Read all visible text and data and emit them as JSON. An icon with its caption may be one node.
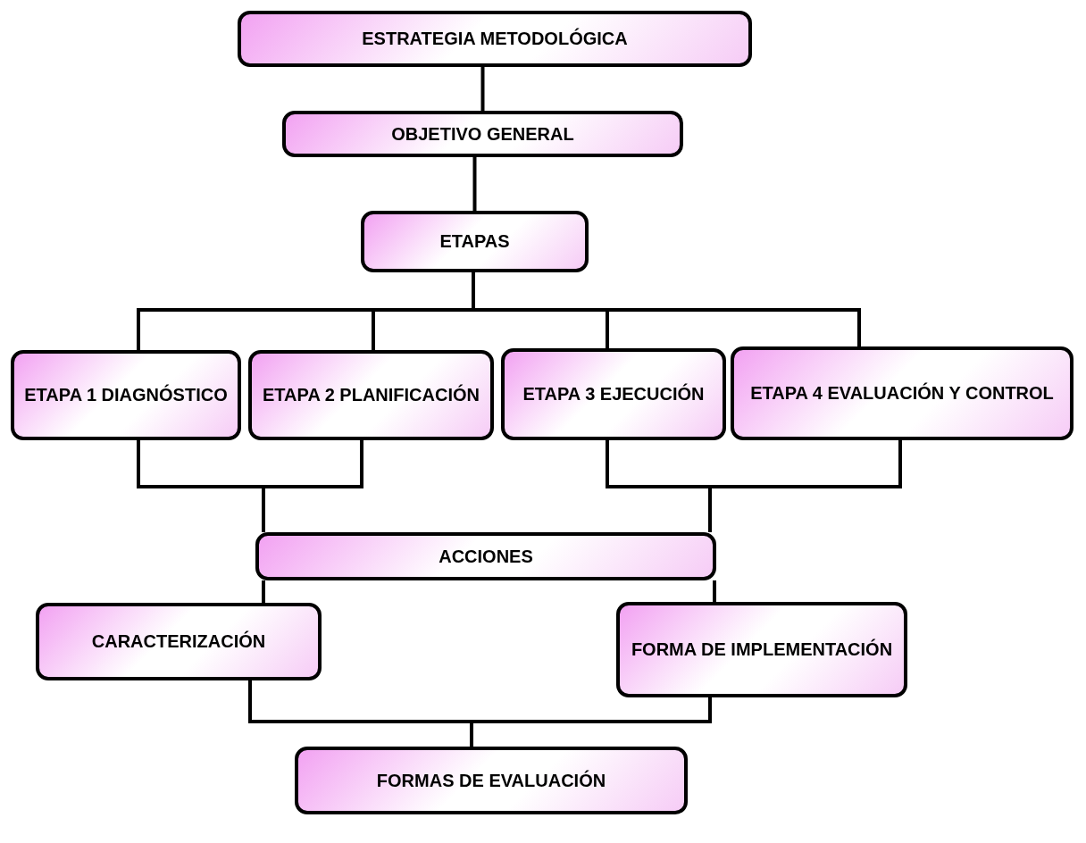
{
  "diagram": {
    "nodes": [
      {
        "text": [
          "ESTRATEGIA  METODOLÓGICA"
        ]
      },
      {
        "text": [
          "OBJETIVO GENERAL"
        ]
      },
      {
        "text": [
          "ETAPAS"
        ]
      },
      {
        "text": [
          "ETAPA 1 DIAGNÓSTICO"
        ]
      },
      {
        "text": [
          "ETAPA 2 PLANIFICACIÓN"
        ]
      },
      {
        "text": [
          "ETAPA 3 EJECUCIÓN"
        ]
      },
      {
        "text": [
          "ETAPA 4 EVALUACIÓN Y CONTROL"
        ]
      },
      {
        "text": [
          "ACCIONES"
        ]
      },
      {
        "text": [
          "CARACTERIZACIÓN"
        ]
      },
      {
        "text": [
          "FORMA DE IMPLEMENTACIÓN"
        ]
      },
      {
        "text": [
          "FORMAS DE EVALUACIÓN"
        ]
      }
    ],
    "edges": [
      {
        "from": 0,
        "to": 1,
        "arrow": "none"
      },
      {
        "from": 1,
        "to": 2,
        "arrow": "none"
      },
      {
        "from": 2,
        "to": 3,
        "arrow": "none"
      },
      {
        "from": 2,
        "to": 4,
        "arrow": "none"
      },
      {
        "from": 2,
        "to": 5,
        "arrow": "none"
      },
      {
        "from": 2,
        "to": 6,
        "arrow": "none"
      },
      {
        "from": 3,
        "to": 7,
        "arrow": "none"
      },
      {
        "from": 4,
        "to": 7,
        "arrow": "none"
      },
      {
        "from": 5,
        "to": 7,
        "arrow": "none"
      },
      {
        "from": 6,
        "to": 7,
        "arrow": "none"
      },
      {
        "from": 7,
        "to": 8,
        "arrow": "none"
      },
      {
        "from": 7,
        "to": 9,
        "arrow": "none"
      },
      {
        "from": 8,
        "to": 10,
        "arrow": "none"
      },
      {
        "from": 9,
        "to": 10,
        "arrow": "none"
      }
    ]
  }
}
